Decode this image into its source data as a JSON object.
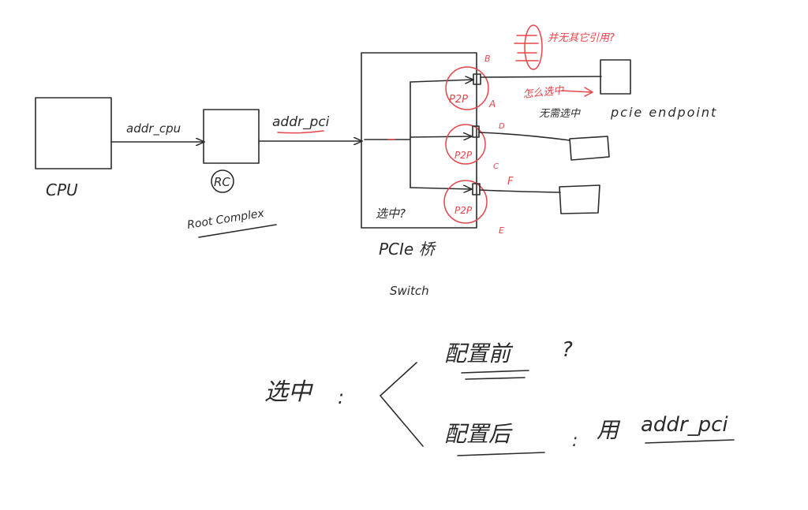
{
  "cpu": {
    "label": "CPU",
    "arrow_label": "addr_cpu"
  },
  "root_complex": {
    "badge": "RC",
    "label": "Root Complex",
    "arrow_label": "addr_pci"
  },
  "switch": {
    "question": "选中?",
    "title": "PCIe 桥",
    "subtitle": "Switch"
  },
  "p2p_ports": [
    {
      "label": "P2P",
      "letter": "A",
      "top_letter": "B"
    },
    {
      "label": "P2P",
      "letter": "C",
      "top_letter": "D"
    },
    {
      "label": "P2P",
      "letter": "E",
      "top_letter": "F"
    }
  ],
  "annotations": {
    "top_note": "并无其它引用?",
    "how_selected": "怎么选中",
    "no_select": "无需选中",
    "endpoint": "pcie endpoint"
  },
  "bottom": {
    "selected": "选中",
    "colon": ":",
    "before_config": "配置前",
    "question": "?",
    "after_config": "配置后",
    "use_prefix": "用",
    "use_addr": "addr_pci"
  },
  "colors": {
    "ink": "#2b2b2b",
    "red": "#e8454a"
  }
}
